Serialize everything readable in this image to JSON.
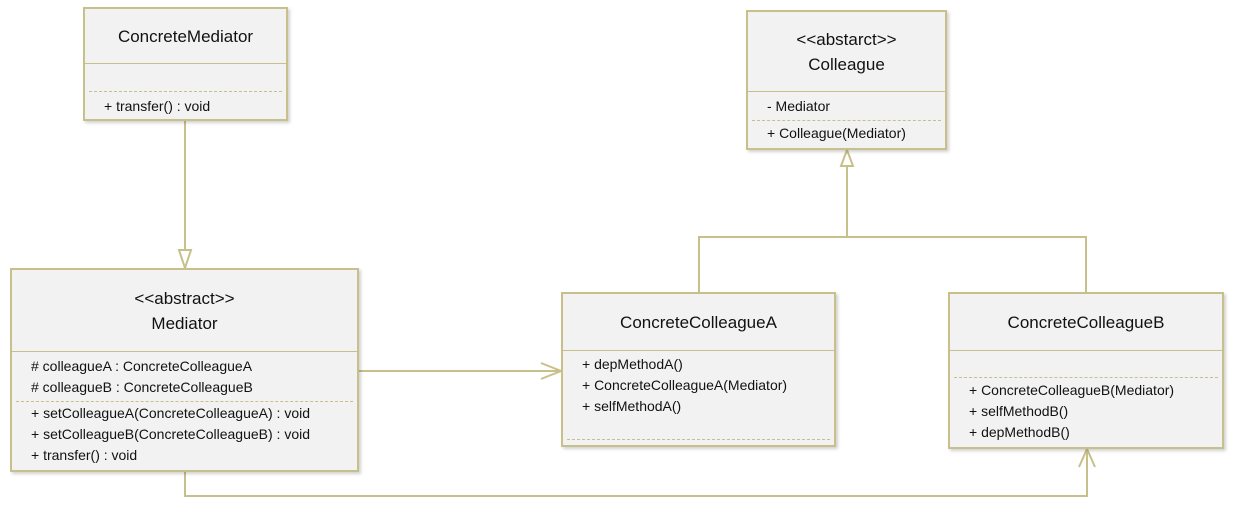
{
  "classes": {
    "concrete_mediator": {
      "name": "ConcreteMediator",
      "methods": [
        "+ transfer() : void"
      ]
    },
    "colleague": {
      "stereotype": "<<abstarct>>",
      "name": "Colleague",
      "attributes": [
        "- Mediator"
      ],
      "methods": [
        "+ Colleague(Mediator)"
      ]
    },
    "mediator": {
      "stereotype": "<<abstract>>",
      "name": "Mediator",
      "attributes": [
        "# colleagueA : ConcreteColleagueA",
        "# colleagueB : ConcreteColleagueB"
      ],
      "methods": [
        "+ setColleagueA(ConcreteColleagueA) : void",
        "+ setColleagueB(ConcreteColleagueB) : void",
        "+ transfer() : void"
      ]
    },
    "concrete_colleague_a": {
      "name": "ConcreteColleagueA",
      "attributes": [
        "+ depMethodA()",
        "+ ConcreteColleagueA(Mediator)",
        "+ selfMethodA()"
      ]
    },
    "concrete_colleague_b": {
      "name": "ConcreteColleagueB",
      "methods": [
        "+ ConcreteColleagueB(Mediator)",
        "+ selfMethodB()",
        "+ depMethodB()"
      ]
    }
  },
  "colors": {
    "border": "#c8c08a",
    "fill": "#f2f2f2",
    "text": "#111111"
  }
}
